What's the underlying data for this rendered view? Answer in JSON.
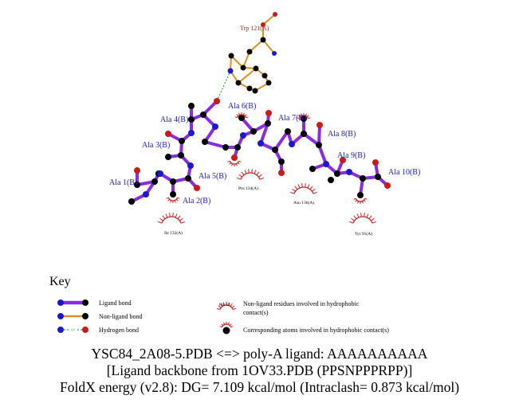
{
  "colors": {
    "ligand_bond": "#8a2be2",
    "nonligand_bond": "#d9901f",
    "hbond": "#1a8a1a",
    "carbon": "#000000",
    "nitrogen": "#1a1acc",
    "oxygen": "#cc1a1a",
    "ligand_label": "#1a1acc",
    "nonligand_label": "#a52a2a",
    "hydrophobic": "#cc2222"
  },
  "ligand_residues": [
    {
      "label": "Ala 1(B)"
    },
    {
      "label": "Ala 2(B)"
    },
    {
      "label": "Ala 3(B)"
    },
    {
      "label": "Ala 4(B)"
    },
    {
      "label": "Ala 5(B)"
    },
    {
      "label": "Ala 6(B)"
    },
    {
      "label": "Ala 7(B)"
    },
    {
      "label": "Ala 8(B)"
    },
    {
      "label": "Ala 9(B)"
    },
    {
      "label": "Ala 10(B)"
    }
  ],
  "nonligand_residue": {
    "label": "Trp 121(A)"
  },
  "hydrophobic_residues": [
    {
      "label": "Ile 132(A)"
    },
    {
      "label": "Pro 134(A)"
    },
    {
      "label": "Asn 136(A)"
    },
    {
      "label": "Tyr 91(A)"
    }
  ],
  "key": {
    "title": "Key",
    "ligand_bond": "Ligand bond",
    "nonligand_bond": "Non-ligand bond",
    "hbond": "Hydrogen bond",
    "hbond_distance": "3.0",
    "hydrophobic_example": "His 53",
    "hydrophobic_line1": "Non-ligand residues involved in hydrophobic",
    "hydrophobic_line2": "contact(s)",
    "atoms_involved": "Corresponding atoms involved in hydrophobic contact(s)"
  },
  "caption": {
    "line1": "YSC84_2A08-5.PDB <=> poly-A ligand: AAAAAAAAAA",
    "line2": "[Ligand backbone from 1OV33.PDB (PPSNPPPRPP)]",
    "line3": "FoldX energy (v2.8): DG= 7.109 kcal/mol (Intraclash= 0.873 kcal/mol)"
  }
}
